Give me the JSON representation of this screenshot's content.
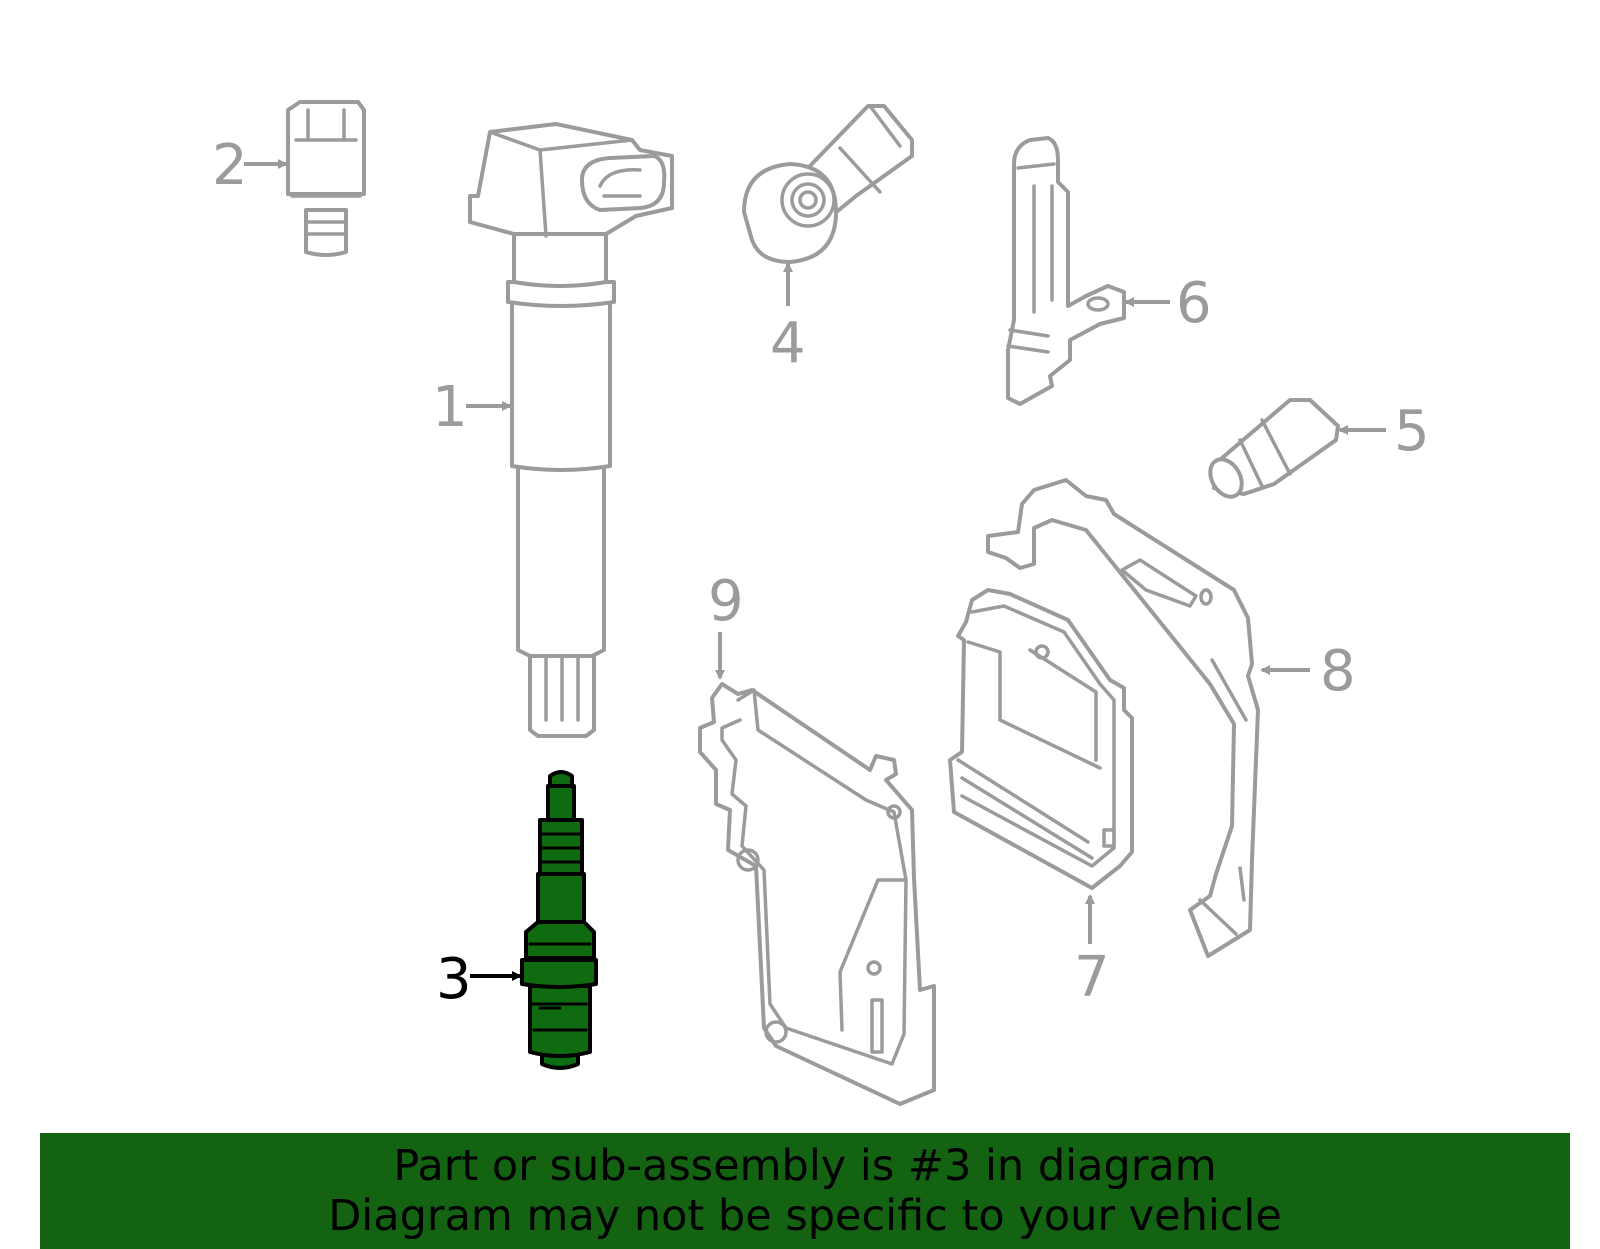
{
  "callouts": [
    {
      "number": "1",
      "active": false
    },
    {
      "number": "2",
      "active": false
    },
    {
      "number": "3",
      "active": true
    },
    {
      "number": "4",
      "active": false
    },
    {
      "number": "5",
      "active": false
    },
    {
      "number": "6",
      "active": false
    },
    {
      "number": "7",
      "active": false
    },
    {
      "number": "8",
      "active": false
    },
    {
      "number": "9",
      "active": false
    }
  ],
  "colors": {
    "highlight_fill": "#0f6b0f",
    "banner_background": "#136313",
    "part_outline": "#9b9b9b"
  },
  "banner": {
    "line1": "Part or sub-assembly is #3 in diagram",
    "line2": "Diagram may not be specific to your vehicle"
  }
}
